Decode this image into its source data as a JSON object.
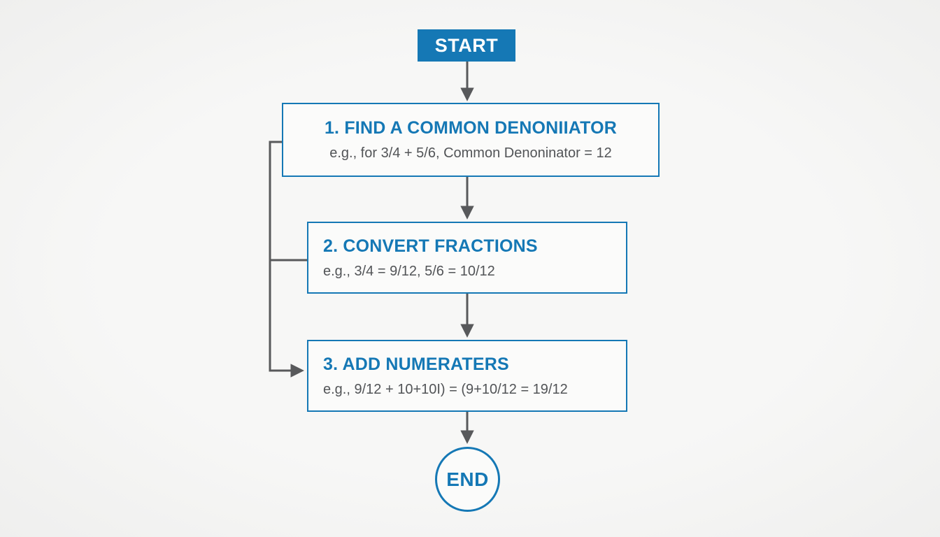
{
  "theme": {
    "accent": "#1578b5",
    "text_gray": "#525457",
    "connector": "#58595b",
    "canvas_bg": "#f7f7f6",
    "box_bg": "#fbfbfa"
  },
  "flowchart": {
    "title": "Adding fractions flowchart",
    "start": {
      "label": "START"
    },
    "steps": [
      {
        "title": "1. FIND A COMMON DENONIIATOR",
        "example": "e.g., for 3/4 + 5/6, Common Denoninator = 12"
      },
      {
        "title": "2. CONVERT FRACTIONS",
        "example": "e.g., 3/4 = 9/12, 5/6 = 10/12"
      },
      {
        "title": "3. ADD NUMERATERS",
        "example": "e.g., 9/12 + 10+10I) = (9+10/12 = 19/12"
      }
    ],
    "end": {
      "label": "END"
    }
  }
}
